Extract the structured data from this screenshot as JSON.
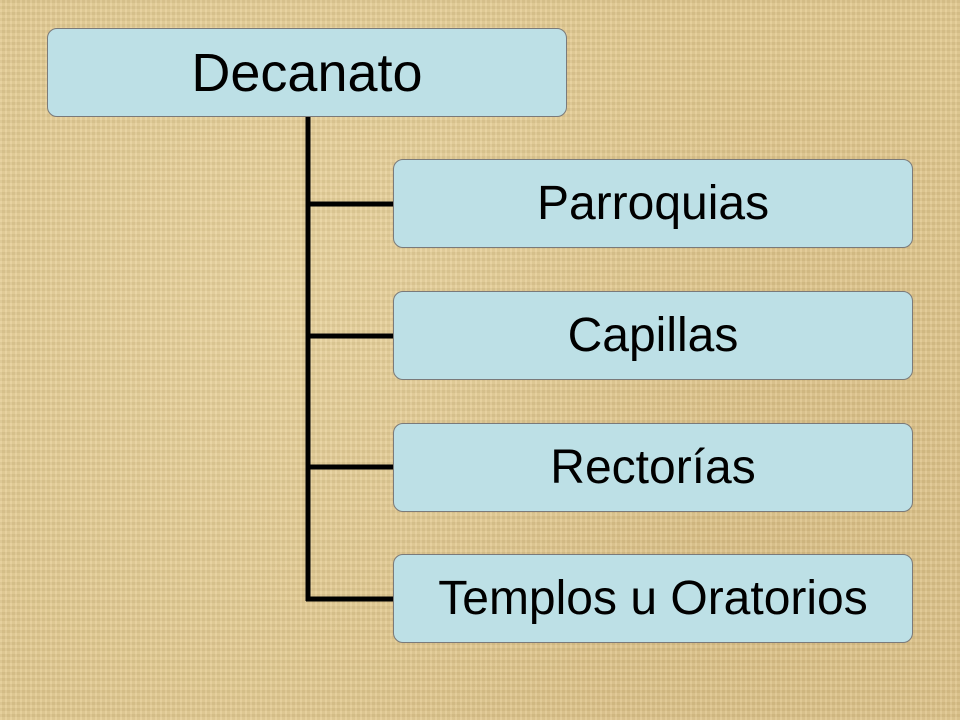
{
  "diagram": {
    "root": {
      "label": "Decanato"
    },
    "children": [
      {
        "label": "Parroquias"
      },
      {
        "label": "Capillas"
      },
      {
        "label": "Rectorías"
      },
      {
        "label": "Templos u Oratorios"
      }
    ],
    "colors": {
      "box_fill": "#bde0e6",
      "box_border": "#7a7a7a",
      "connector": "#000000",
      "background": "#e2c98f"
    }
  }
}
